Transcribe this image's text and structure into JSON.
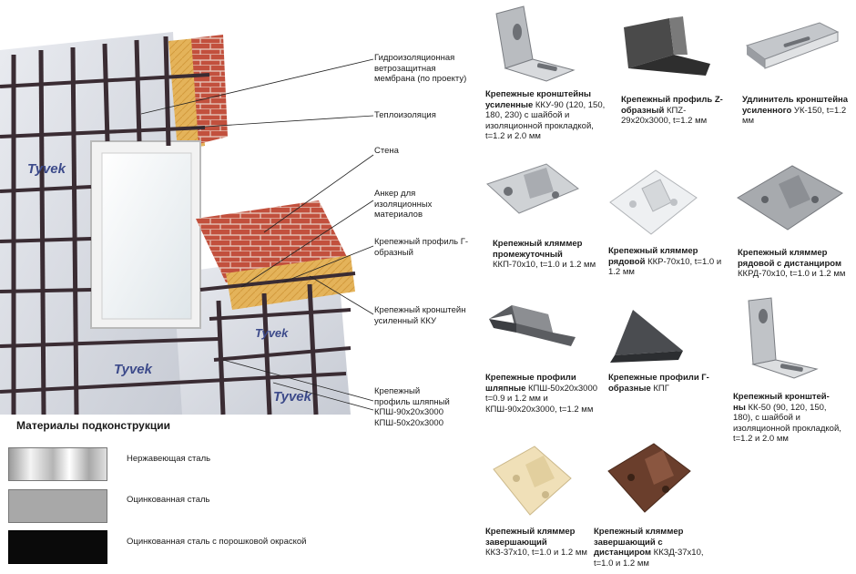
{
  "callouts": [
    {
      "text": "Гидроизоляционная ветрозащитная мембрана (по проекту)",
      "top": 0
    },
    {
      "text": "Теплоизоляция",
      "top": 0
    },
    {
      "text": "Стена",
      "top": 0
    },
    {
      "text": "Анкер для изоляционных материалов",
      "top": 0
    },
    {
      "text": "Крепежный профиль Г-образный",
      "top": 0
    },
    {
      "text": "Крепежный кронштейн усиленный ККУ",
      "top": 0
    },
    {
      "text": "Крепежный профиль шляпный КПШ-90х20х3000 КПШ-50х20х3000",
      "top": 0
    }
  ],
  "facade": {
    "membrane_brand": "Tyvek"
  },
  "legend": {
    "title": "Материалы подконструкции",
    "items": [
      {
        "label": "Нержавеющая сталь"
      },
      {
        "label": "Оцинкованная сталь"
      },
      {
        "label": "Оцинкованная сталь с порошковой окраской"
      }
    ]
  },
  "products": [
    {
      "name": "Крепежные кронштейны усиленные",
      "spec": "ККУ-90 (120, 150, 180, 230) с шайбой и изоляционной прокладкой, t=1.2 и 2.0 мм"
    },
    {
      "name": "Крепежный профиль Z-образный",
      "spec": "КПZ-29х20х3000, t=1.2 мм"
    },
    {
      "name": "Удлинитель кронштейна усиленного",
      "spec": "УК-150, t=1.2 мм"
    },
    {
      "name": "Крепежный кляммер промежуточный",
      "spec": "ККП-70х10, t=1.0 и 1.2 мм"
    },
    {
      "name": "Крепежный кляммер рядовой",
      "spec": "ККР-70х10, t=1.0 и 1.2 мм"
    },
    {
      "name": "Крепежный кляммер рядовой с дистанциром",
      "spec": "ККРД-70х10, t=1.0 и 1.2 мм"
    },
    {
      "name": "Крепежные профили шляпные",
      "spec": "КПШ-50х20х3000 t=0.9 и 1.2 мм и КПШ-90х20х3000, t=1.2 мм"
    },
    {
      "name": "Крепежные профили Г- образные",
      "spec": "КПГ"
    },
    {
      "name": "Крепежный кронштей- ны",
      "spec": "КК-50 (90, 120, 150, 180), с шайбой и изоляционной прокладкой, t=1.2 и 2.0 мм"
    },
    {
      "name": "Крепежный кляммер завершающий",
      "spec": "ККЗ-37х10, t=1.0 и 1.2 мм"
    },
    {
      "name": "Крепежный кляммер завершающий с дистанциром",
      "spec": "ККЗД-37х10, t=1.0 и 1.2 мм"
    }
  ]
}
